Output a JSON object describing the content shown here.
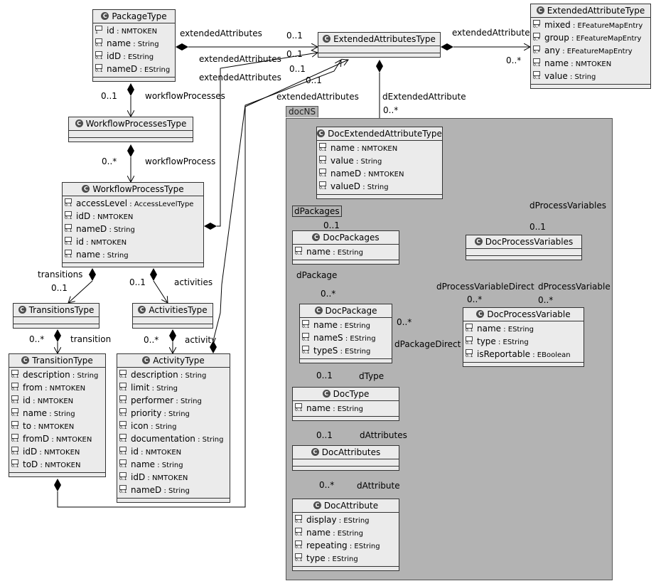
{
  "package": {
    "name": "docNS"
  },
  "classes": {
    "packageType": {
      "name": "PackageType",
      "attrs": [
        {
          "mult": "1",
          "name": "id",
          "type": "NMTOKEN"
        },
        {
          "mult": "0..1",
          "name": "name",
          "type": "String"
        },
        {
          "mult": "0..1",
          "name": "idD",
          "type": "EString"
        },
        {
          "mult": "0..1",
          "name": "nameD",
          "type": "EString"
        }
      ]
    },
    "extendedAttributesType": {
      "name": "ExtendedAttributesType",
      "attrs": []
    },
    "extendedAttributeType": {
      "name": "ExtendedAttributeType",
      "attrs": [
        {
          "mult": "0..*",
          "name": "mixed",
          "type": "EFeatureMapEntry"
        },
        {
          "mult": "0..*",
          "name": "group",
          "type": "EFeatureMapEntry"
        },
        {
          "mult": "0..*",
          "name": "any",
          "type": "EFeatureMapEntry"
        },
        {
          "mult": "0..1",
          "name": "name",
          "type": "NMTOKEN"
        },
        {
          "mult": "0..1",
          "name": "value",
          "type": "String"
        }
      ]
    },
    "workflowProcessesType": {
      "name": "WorkflowProcessesType",
      "attrs": []
    },
    "workflowProcessType": {
      "name": "WorkflowProcessType",
      "attrs": [
        {
          "mult": "0..1",
          "name": "accessLevel",
          "type": "AccessLevelType"
        },
        {
          "mult": "0..1",
          "name": "idD",
          "type": "NMTOKEN"
        },
        {
          "mult": "0..1",
          "name": "nameD",
          "type": "String"
        },
        {
          "mult": "0..1",
          "name": "id",
          "type": "NMTOKEN"
        },
        {
          "mult": "0..1",
          "name": "name",
          "type": "String"
        }
      ]
    },
    "transitionsType": {
      "name": "TransitionsType",
      "attrs": []
    },
    "activitiesType": {
      "name": "ActivitiesType",
      "attrs": []
    },
    "transitionType": {
      "name": "TransitionType",
      "attrs": [
        {
          "mult": "0..1",
          "name": "description",
          "type": "String"
        },
        {
          "mult": "0..1",
          "name": "from",
          "type": "NMTOKEN"
        },
        {
          "mult": "0..1",
          "name": "id",
          "type": "NMTOKEN"
        },
        {
          "mult": "0..1",
          "name": "name",
          "type": "String"
        },
        {
          "mult": "0..1",
          "name": "to",
          "type": "NMTOKEN"
        },
        {
          "mult": "0..1",
          "name": "fromD",
          "type": "NMTOKEN"
        },
        {
          "mult": "0..1",
          "name": "idD",
          "type": "NMTOKEN"
        },
        {
          "mult": "0..1",
          "name": "toD",
          "type": "NMTOKEN"
        }
      ]
    },
    "activityType": {
      "name": "ActivityType",
      "attrs": [
        {
          "mult": "0..1",
          "name": "description",
          "type": "String"
        },
        {
          "mult": "0..1",
          "name": "limit",
          "type": "String"
        },
        {
          "mult": "0..1",
          "name": "performer",
          "type": "String"
        },
        {
          "mult": "0..1",
          "name": "priority",
          "type": "String"
        },
        {
          "mult": "0..1",
          "name": "icon",
          "type": "String"
        },
        {
          "mult": "0..1",
          "name": "documentation",
          "type": "String"
        },
        {
          "mult": "0..1",
          "name": "id",
          "type": "NMTOKEN"
        },
        {
          "mult": "0..1",
          "name": "name",
          "type": "String"
        },
        {
          "mult": "0..1",
          "name": "idD",
          "type": "NMTOKEN"
        },
        {
          "mult": "0..1",
          "name": "nameD",
          "type": "String"
        }
      ]
    },
    "docExtendedAttributeType": {
      "name": "DocExtendedAttributeType",
      "attrs": [
        {
          "mult": "0..1",
          "name": "name",
          "type": "NMTOKEN"
        },
        {
          "mult": "0..1",
          "name": "value",
          "type": "String"
        },
        {
          "mult": "0..1",
          "name": "nameD",
          "type": "NMTOKEN"
        },
        {
          "mult": "0..1",
          "name": "valueD",
          "type": "String"
        }
      ]
    },
    "docPackages": {
      "name": "DocPackages",
      "attrs": [
        {
          "mult": "0..1",
          "name": "name",
          "type": "EString"
        }
      ]
    },
    "docProcessVariables": {
      "name": "DocProcessVariables",
      "attrs": []
    },
    "docPackage": {
      "name": "DocPackage",
      "attrs": [
        {
          "mult": "0..1",
          "name": "name",
          "type": "EString"
        },
        {
          "mult": "0..1",
          "name": "nameS",
          "type": "EString"
        },
        {
          "mult": "0..1",
          "name": "typeS",
          "type": "EString"
        }
      ]
    },
    "docProcessVariable": {
      "name": "DocProcessVariable",
      "attrs": [
        {
          "mult": "0..1",
          "name": "name",
          "type": "EString"
        },
        {
          "mult": "0..1",
          "name": "type",
          "type": "EString"
        },
        {
          "mult": "0..1",
          "name": "isReportable",
          "type": "EBoolean"
        }
      ]
    },
    "docType": {
      "name": "DocType",
      "attrs": [
        {
          "mult": "0..1",
          "name": "name",
          "type": "EString"
        }
      ]
    },
    "docAttributes": {
      "name": "DocAttributes",
      "attrs": []
    },
    "docAttribute": {
      "name": "DocAttribute",
      "attrs": [
        {
          "mult": "0..1",
          "name": "display",
          "type": "EString"
        },
        {
          "mult": "0..1",
          "name": "name",
          "type": "EString"
        },
        {
          "mult": "0..1",
          "name": "repeating",
          "type": "EString"
        },
        {
          "mult": "0..1",
          "name": "type",
          "type": "EString"
        }
      ]
    }
  },
  "labels": {
    "l01": "extendedAttributes",
    "l02": "0..1",
    "l03": "extendedAttributes",
    "l04": "0..1",
    "l05": "extendedAttributes",
    "l06": "0..1",
    "l07": "extendedAttributes",
    "l08": "0..1",
    "l09": "extendedAttribute",
    "l10": "0..*",
    "l11": "dExtendedAttribute",
    "l12": "0..*",
    "l13": "0..1",
    "l14": "workflowProcesses",
    "l15": "0..*",
    "l16": "workflowProcess",
    "l17": "transitions",
    "l18": "0..1",
    "l19": "0..1",
    "l20": "activities",
    "l21": "0..*",
    "l22": "transition",
    "l23": "0..*",
    "l24": "activity",
    "l25": "dProcessVariables",
    "l26": "0..1",
    "l27": "0..1",
    "l28": "dPackage",
    "l29": "0..*",
    "l30": "0..*",
    "l31": "dPackageDirect",
    "l32": "dProcessVariableDirect",
    "l33": "dProcessVariable",
    "l34": "0..*",
    "l35": "0..*",
    "l36": "0..1",
    "l37": "dType",
    "l38": "0..1",
    "l39": "dAttributes",
    "l40": "0..*",
    "l41": "dAttribute"
  },
  "dPackagesLabel": "dPackages"
}
